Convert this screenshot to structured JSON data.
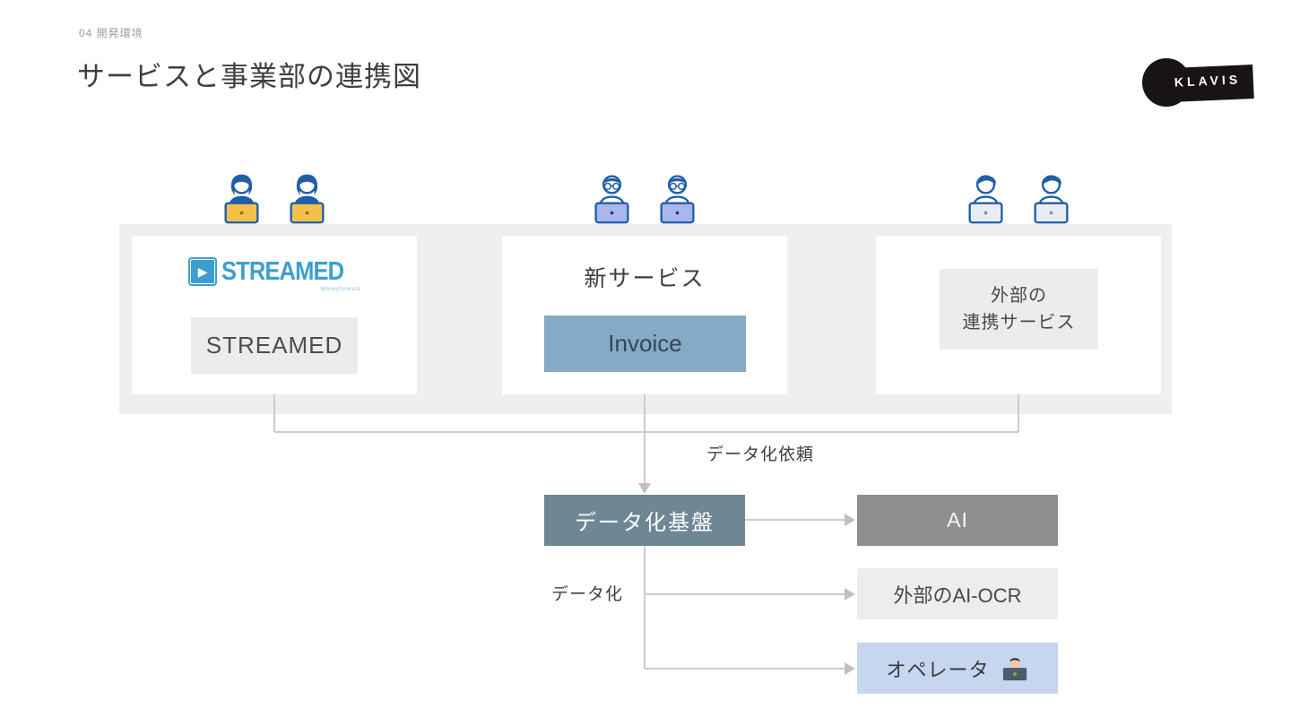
{
  "page": {
    "eyebrow": "04 開発環境",
    "title": "サービスと事業部の連携図"
  },
  "brand": {
    "logo_text": "KLAVIS"
  },
  "services": [
    {
      "name": "STREAMED",
      "logo_text": "STREAMED",
      "logo_icon": "play-badge",
      "logo_tagline": "Moneyforward",
      "label": "STREAMED",
      "workers": "two female workers with yellow laptops"
    },
    {
      "name": "新サービス",
      "heading": "新サービス",
      "label": "Invoice",
      "workers": "two male workers with glasses and blue laptops"
    },
    {
      "name": "外部の連携サービス",
      "label_line1": "外部の",
      "label_line2": "連携サービス",
      "workers": "two male workers with gray laptops"
    }
  ],
  "flow": {
    "request_label": "データ化依頼",
    "platform": "データ化基盤",
    "process_label": "データ化",
    "targets": [
      {
        "label": "AI",
        "style": "dark-gray"
      },
      {
        "label": "外部のAI-OCR",
        "style": "light-gray"
      },
      {
        "label": "オペレータ",
        "style": "light-blue",
        "icon": "operator-at-laptop-icon"
      }
    ]
  },
  "colors": {
    "band": "#efefef",
    "invoice_blue": "#84aac6",
    "platform_slate": "#6d8795",
    "ai_gray": "#8e8e8e",
    "light_box": "#ededed",
    "operator_blue": "#c7d6ef",
    "connector_gray": "#cccccc",
    "streamed_blue": "#3d9fd0",
    "brand_black": "#181316",
    "worker_navy": "#1f5fa8",
    "laptop_yellow": "#f2c14b",
    "laptop_blue": "#aab6ec",
    "laptop_gray": "#e9edf3"
  }
}
